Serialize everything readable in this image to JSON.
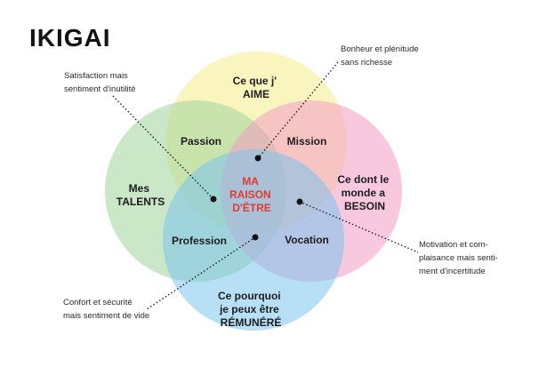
{
  "title": "IKIGAI",
  "colors": {
    "love": "#f5ec8a",
    "needs": "#f29ac4",
    "talents": "#9fd39a",
    "paid": "#7cc4ee",
    "center_text": "#e03b2f",
    "annotation_line": "#111111"
  },
  "circles": {
    "love": [
      "Ce que j'",
      "AIME"
    ],
    "needs": [
      "Ce dont le",
      "monde a",
      "BESOIN"
    ],
    "talents": [
      "Mes",
      "TALENTS"
    ],
    "paid": [
      "Ce pourquoi",
      "je peux être",
      "RÉMUNÉRÉ"
    ]
  },
  "intersections": {
    "passion": "Passion",
    "mission": "Mission",
    "profession": "Profession",
    "vocation": "Vocation"
  },
  "center": [
    "MA",
    "RAISON",
    "D'ÊTRE"
  ],
  "annotations": {
    "passion_note": [
      "Satisfaction mais",
      "sentiment d'inutilité"
    ],
    "mission_note": [
      "Bonheur et plénitude",
      "sans richesse"
    ],
    "vocation_note": [
      "Motivation et com-",
      "plaisance mais senti-",
      "ment d'incertitude"
    ],
    "profession_note": [
      "Confort et sécurité",
      "mais sentiment de vide"
    ]
  }
}
